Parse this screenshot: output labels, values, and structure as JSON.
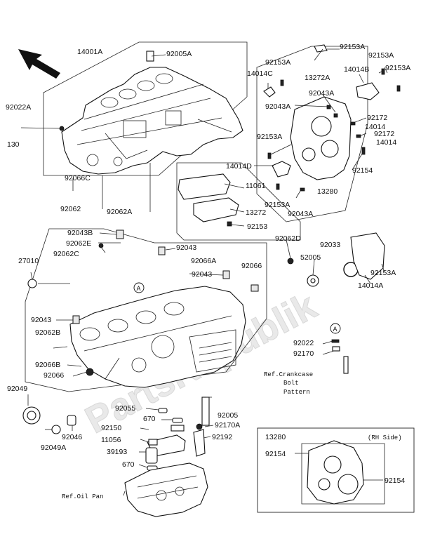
{
  "watermark": "PartsRepublik",
  "labels": {
    "l14001A": "14001A",
    "l92005A": "92005A",
    "l92022A": "92022A",
    "l130": "130",
    "l92066C": "92066C",
    "l92062": "92062",
    "l92062A": "92062A",
    "l92153A_1": "92153A",
    "l92153A_2": "92153A",
    "l92153A_3": "92153A",
    "l92153A_4": "92153A",
    "l92153A_5": "92153A",
    "l92153A_6": "92153A",
    "l92153A_7": "92153A",
    "l13272A": "13272A",
    "l14014C": "14014C",
    "l14014B": "14014B",
    "l92043A_1": "92043A",
    "l92043A_2": "92043A",
    "l92043A_3": "92043A",
    "l92172_1": "92172",
    "l92172_2": "92172",
    "l14014_1": "14014",
    "l14014_2": "14014",
    "l92154_1": "92154",
    "l14014D": "14014D",
    "l11061": "11061",
    "l13280_1": "13280",
    "l13272": "13272",
    "l92153": "92153",
    "l92043B": "92043B",
    "l92062E": "92062E",
    "l92062C": "92062C",
    "l92043_1": "92043",
    "l92043_2": "92043",
    "l92043_3": "92043",
    "l92066A": "92066A",
    "l92062D": "92062D",
    "l92033": "92033",
    "l27010": "27010",
    "l92066_1": "92066",
    "l92066_2": "92066",
    "l52005": "52005",
    "l14014A": "14014A",
    "l92062B": "92062B",
    "l92066B": "92066B",
    "l92022": "92022",
    "l92170": "92170",
    "l92049": "92049",
    "l92055": "92055",
    "l92005": "92005",
    "l670_1": "670",
    "l670_2": "670",
    "l92150": "92150",
    "l92170A": "92170A",
    "l11056": "11056",
    "l92192": "92192",
    "l39193": "39193",
    "l92046": "92046",
    "l92049A": "92049A",
    "l13280_2": "13280",
    "l92154_2": "92154",
    "l92154_3": "92154",
    "refA_1": "A",
    "refA_2": "A"
  },
  "notes": {
    "crankcase_bolt_1": "Ref.Crankcase",
    "crankcase_bolt_2": "Bolt",
    "crankcase_bolt_3": "Pattern",
    "oil_pan": "Ref.Oil Pan",
    "rh_side": "(RH Side)"
  }
}
